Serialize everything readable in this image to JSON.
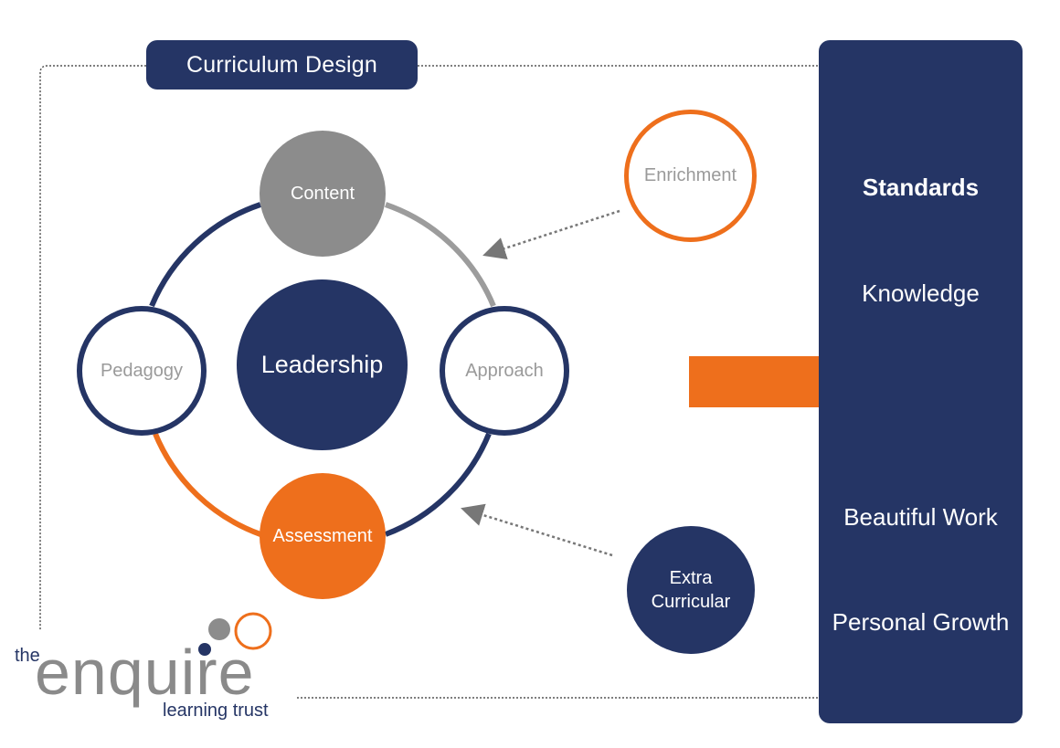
{
  "colors": {
    "navy": "#253565",
    "orange": "#ee6f1c",
    "grey": "#8c8c8c",
    "light_grey_text": "#9a9a9a",
    "dotted_line": "#555555",
    "logo_grey": "#8a8a8a"
  },
  "title": "Curriculum Design",
  "cycle": {
    "center": "Leadership",
    "top": "Content",
    "left": "Pedagogy",
    "right": "Approach",
    "bottom": "Assessment"
  },
  "inputs": {
    "enrichment": "Enrichment",
    "extra_curricular": "Extra Curricular"
  },
  "standards": {
    "heading": "Standards",
    "items": [
      "Knowledge",
      "Beautiful Work",
      "Personal Growth"
    ]
  },
  "logo": {
    "prefix": "the",
    "name": "enquire",
    "tagline": "learning trust"
  },
  "icons": {
    "arrow": "big-right-arrow",
    "dotted_arrow": "dotted-arrow"
  }
}
